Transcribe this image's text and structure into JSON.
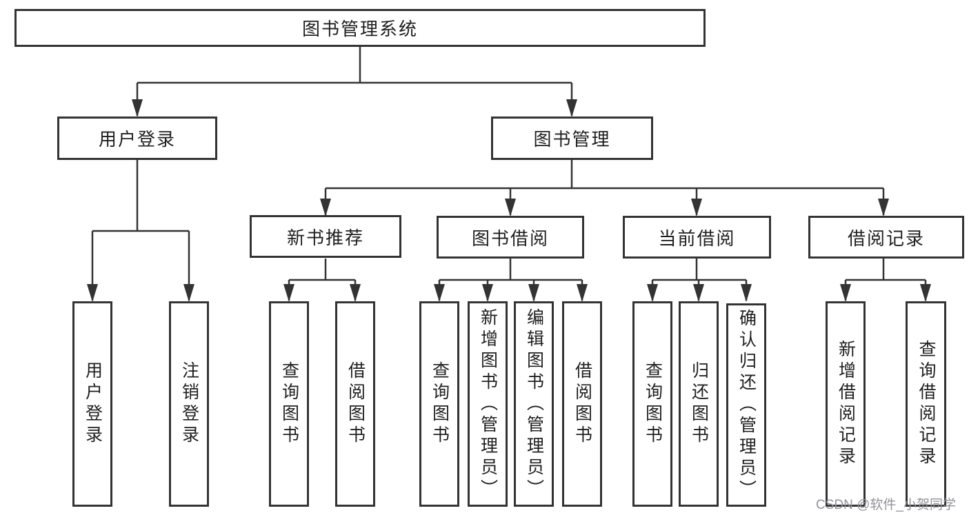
{
  "colors": {
    "background": "#ffffff",
    "line": "#333333",
    "text": "#1f1f1f",
    "watermark": "#92929a"
  },
  "watermark": {
    "text": "CSDN @软件_小贺同学"
  },
  "tree": {
    "label": "图书管理系统",
    "children": [
      {
        "label": "用户登录",
        "children": [
          {
            "label": "用户登录"
          },
          {
            "label": "注销登录"
          }
        ]
      },
      {
        "label": "图书管理",
        "children": [
          {
            "label": "新书推荐",
            "children": [
              {
                "label": "查询图书"
              },
              {
                "label": "借阅图书"
              }
            ]
          },
          {
            "label": "图书借阅",
            "children": [
              {
                "label": "查询图书"
              },
              {
                "label": "新增图书（管理员）"
              },
              {
                "label": "编辑图书（管理员）"
              },
              {
                "label": "借阅图书"
              }
            ]
          },
          {
            "label": "当前借阅",
            "children": [
              {
                "label": "查询图书"
              },
              {
                "label": "归还图书"
              },
              {
                "label": "确认归还（管理员）"
              }
            ]
          },
          {
            "label": "借阅记录",
            "children": [
              {
                "label": "新增借阅记录"
              },
              {
                "label": "查询借阅记录"
              }
            ]
          }
        ]
      }
    ]
  }
}
